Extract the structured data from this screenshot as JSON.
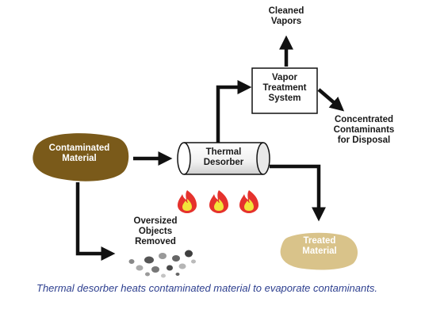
{
  "nodes": {
    "cleaned_vapors": "Cleaned\nVapors",
    "vapor_treatment": "Vapor\nTreatment\nSystem",
    "concentrated": "Concentrated\nContaminants\nfor Disposal",
    "contaminated": "Contaminated\nMaterial",
    "thermal_desorber": "Thermal\nDesorber",
    "oversized": "Oversized\nObjects\nRemoved",
    "treated": "Treated\nMaterial"
  },
  "caption": "Thermal desorber heats contaminated material to evaporate contaminants.",
  "colors": {
    "contaminated_blob": "#7a5a1a",
    "treated_blob": "#d9c38a",
    "caption_text": "#2d3f8f",
    "arrow": "#111111",
    "flame_outer": "#e5322d",
    "flame_inner": "#f2e43a"
  }
}
